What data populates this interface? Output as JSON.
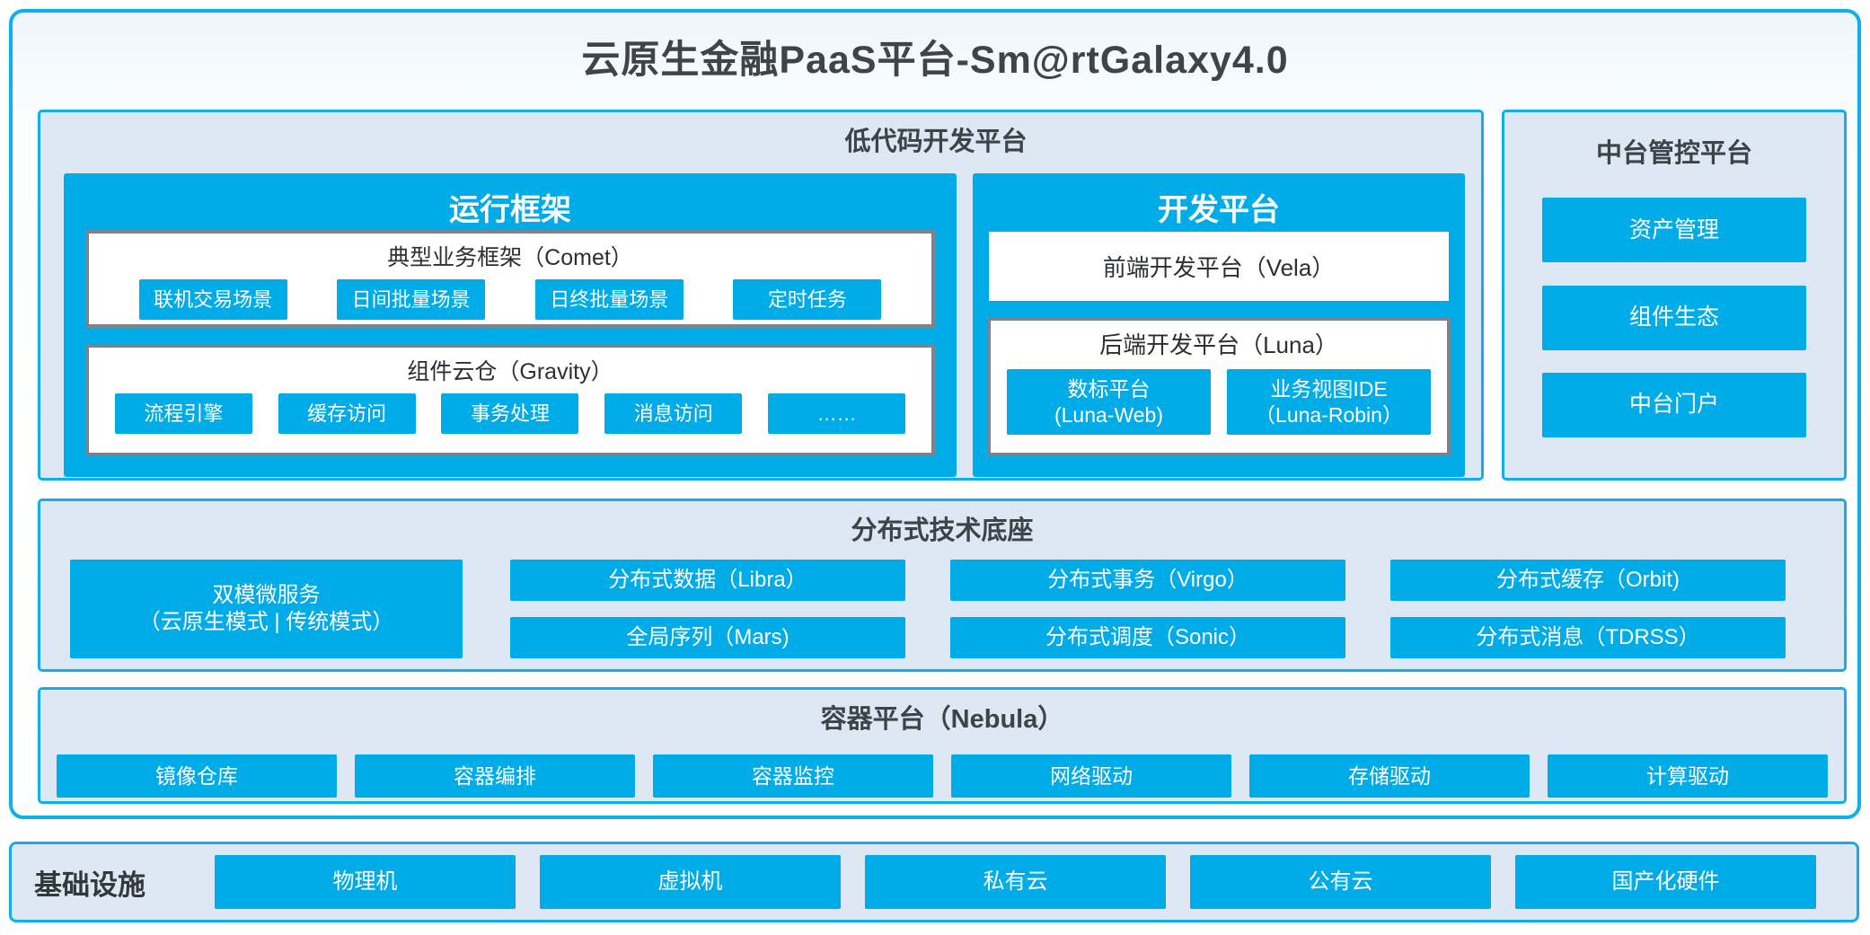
{
  "colors": {
    "accent": "#00ace8",
    "panel_bg": "#dde8f4",
    "panel_border": "#12aeec",
    "outer_border": "#0cb0ee",
    "gray_border": "#7b8290",
    "dark_text": "#3d4246"
  },
  "title": "云原生金融PaaS平台-Sm@rtGalaxy4.0",
  "low_code": {
    "title": "低代码开发平台",
    "runtime": {
      "title": "运行框架",
      "comet": {
        "title": "典型业务框架（Comet）",
        "items": [
          "联机交易场景",
          "日间批量场景",
          "日终批量场景",
          "定时任务"
        ]
      },
      "gravity": {
        "title": "组件云仓（Gravity）",
        "items": [
          "流程引擎",
          "缓存访问",
          "事务处理",
          "消息访问",
          "……"
        ]
      }
    },
    "dev": {
      "title": "开发平台",
      "vela": "前端开发平台（Vela）",
      "luna": {
        "title": "后端开发平台（Luna）",
        "items": [
          {
            "line1": "数标平台",
            "line2": "(Luna-Web)"
          },
          {
            "line1": "业务视图IDE",
            "line2": "（Luna-Robin）"
          }
        ]
      }
    }
  },
  "mid_platform": {
    "title": "中台管控平台",
    "items": [
      "资产管理",
      "组件生态",
      "中台门户"
    ]
  },
  "distributed": {
    "title": "分布式技术底座",
    "dual_mode": {
      "line1": "双模微服务",
      "line2": "（云原生模式 | 传统模式）"
    },
    "row1": [
      "分布式数据（Libra）",
      "分布式事务（Virgo）",
      "分布式缓存（Orbit)"
    ],
    "row2": [
      "全局序列（Mars)",
      "分布式调度（Sonic）",
      "分布式消息（TDRSS）"
    ]
  },
  "container_platform": {
    "title": "容器平台（Nebula）",
    "items": [
      "镜像仓库",
      "容器编排",
      "容器监控",
      "网络驱动",
      "存储驱动",
      "计算驱动"
    ]
  },
  "infrastructure": {
    "title": "基础设施",
    "items": [
      "物理机",
      "虚拟机",
      "私有云",
      "公有云",
      "国产化硬件"
    ]
  }
}
